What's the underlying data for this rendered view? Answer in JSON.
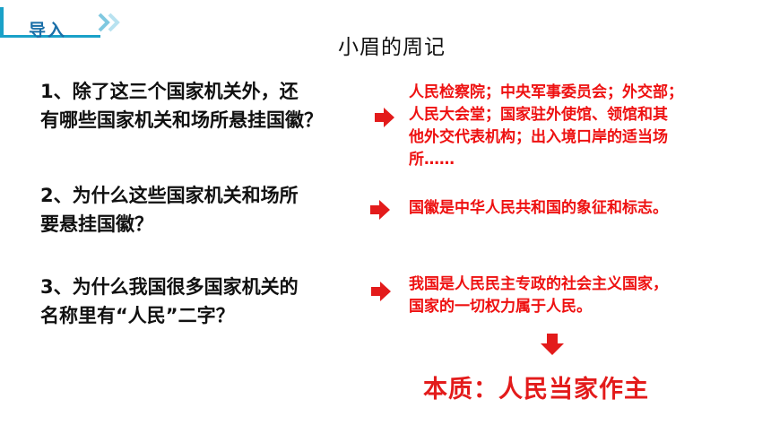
{
  "header": {
    "tag_label": "导入"
  },
  "page": {
    "title": "小眉的周记"
  },
  "questions": [
    {
      "question_lines": [
        "1、除了这三个国家机关外，还",
        "有哪些国家机关和场所悬挂国徽？"
      ],
      "answer_lines": [
        "人民检察院；中央军事委员会；外交部；",
        "人民大会堂；国家驻外使馆、领馆和其",
        "他外交代表机构；出入境口岸的适当场",
        "所……"
      ]
    },
    {
      "question_lines": [
        "2、为什么这些国家机关和场所",
        "要悬挂国徽？"
      ],
      "answer_lines": [
        "国徽是中华人民共和国的象征和标志。"
      ]
    },
    {
      "question_lines": [
        "3、为什么我国很多国家机关的",
        "名称里有“人民”二字？"
      ],
      "answer_lines": [
        "我国是人民民主专政的社会主义国家，",
        "国家的一切权力属于人民。"
      ]
    }
  ],
  "conclusion": "本质：人民当家作主",
  "colors": {
    "accent": "#1aa1c8",
    "answer_red": "#ee1111",
    "conclusion_red": "#e31b1b"
  }
}
